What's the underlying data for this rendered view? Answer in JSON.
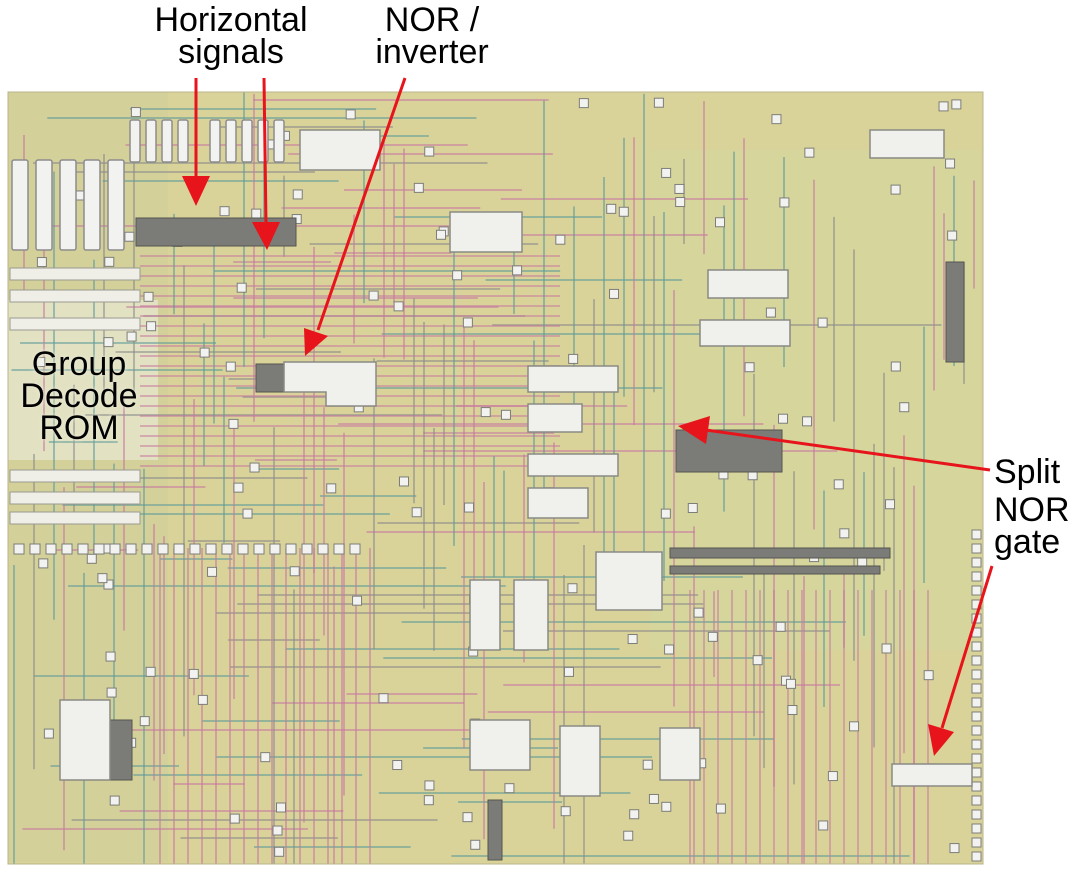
{
  "labels": {
    "horizontal_signals": [
      "Horizontal",
      "signals"
    ],
    "nor_inverter": [
      "NOR /",
      "inverter"
    ],
    "group_decode_rom": [
      "Group",
      "Decode",
      "ROM"
    ],
    "split_nor_gate": [
      "Split",
      "NOR",
      "gate"
    ]
  },
  "colors": {
    "background": "#ffffff",
    "die": "#d9d39a",
    "die_shade": "#c8c891",
    "metal_pink": "#c87aa0",
    "metal_teal": "#5f9c9a",
    "metal_gray": "#8c8c8c",
    "silicon_gray": "#7b7b78",
    "pad_white": "#f2f2f0",
    "arrow": "#e8141b"
  }
}
